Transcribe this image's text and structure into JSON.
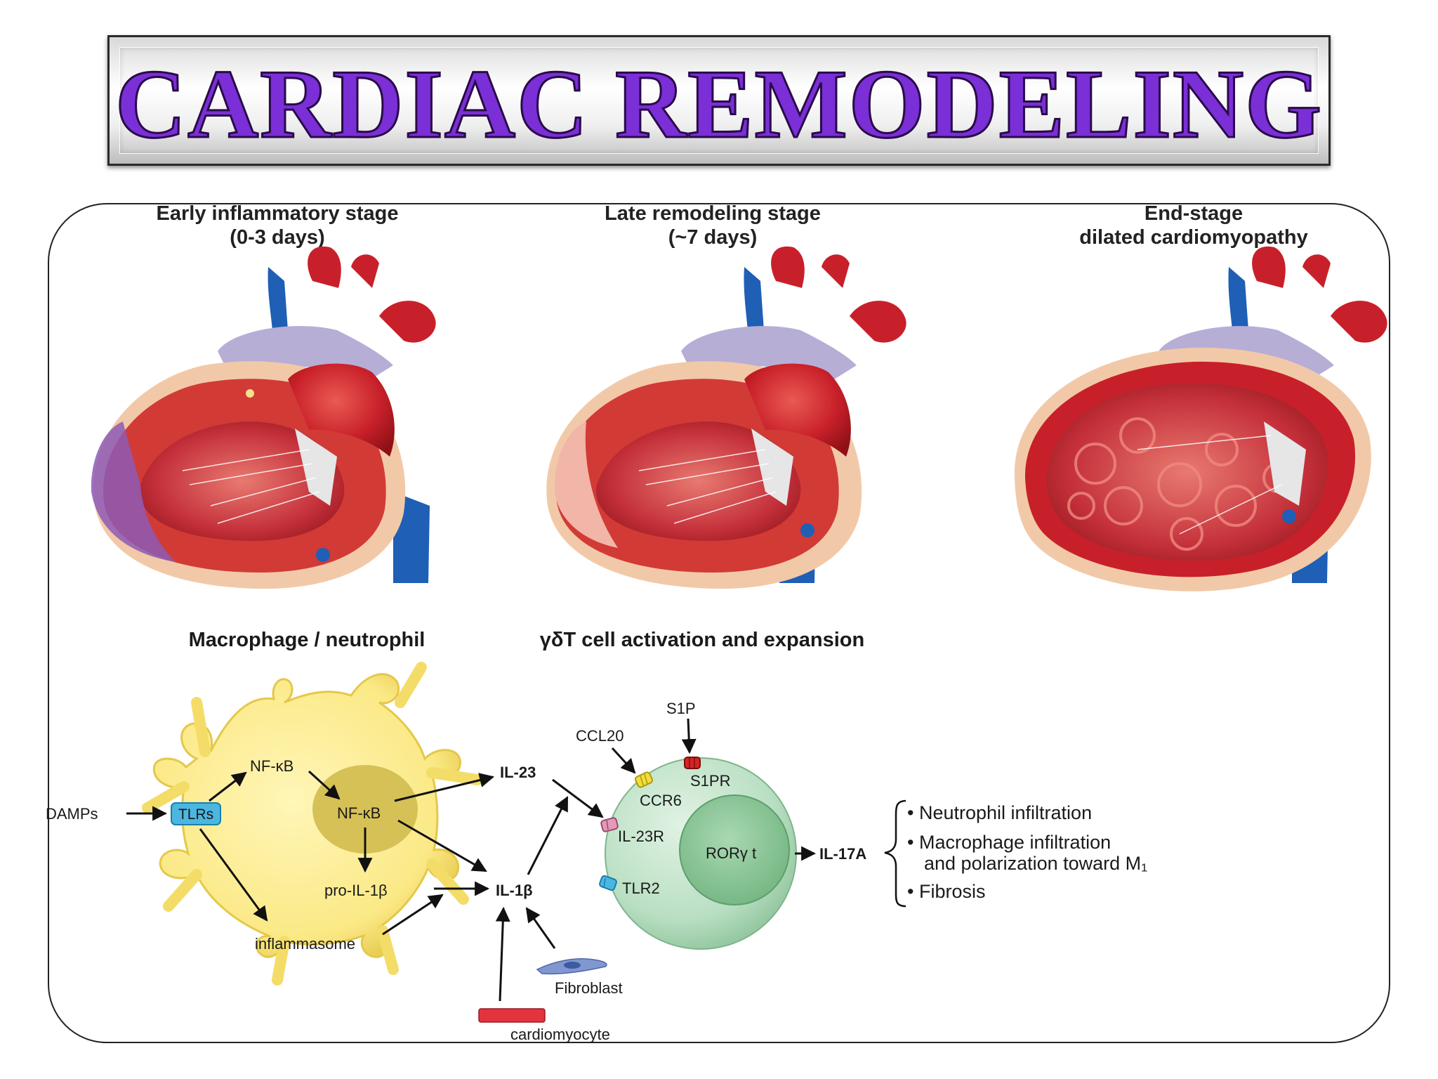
{
  "title": "CARDIAC REMODELING",
  "stages": [
    {
      "line1": "Early inflammatory stage",
      "line2": "(0-3 days)"
    },
    {
      "line1": "Late remodeling stage",
      "line2": "(~7 days)"
    },
    {
      "line1": "End-stage",
      "line2": "dilated cardiomyopathy"
    }
  ],
  "section_labels": {
    "left": "Macrophage / neutrophil",
    "middle": "γδT cell activation and expansion"
  },
  "pathway": {
    "damps": "DAMPs",
    "tlrs": "TLRs",
    "nfkb_cyto": "NF-κB",
    "nfkb_nucleus": "NF-κB",
    "pro_il1b": "pro-IL-1β",
    "inflammasome": "inflammasome",
    "il23": "IL-23",
    "il1b": "IL-1β",
    "fibroblast": "Fibroblast",
    "cardiomyocyte": "cardiomyocyte",
    "ccl20": "CCL20",
    "s1p": "S1P",
    "s1pr": "S1PR",
    "ccr6": "CCR6",
    "il23r": "IL-23R",
    "tlr2": "TLR2",
    "rorgt": "RORγ t",
    "il17a": "IL-17A"
  },
  "outcomes": [
    "• Neutrophil  infiltration",
    "• Macrophage infiltration",
    "and polarization toward M₁",
    "• Fibrosis"
  ],
  "colors": {
    "title_fill": "#7b2fd6",
    "macrophage": "#fbe986",
    "nucleus": "#d6c157",
    "tcell": "#b9dfc3",
    "tcell_nucleus": "#8fca9b",
    "tlrs_box": "#4bb7e0",
    "heart_red": "#c8202a",
    "vessel_blue": "#1f5fb5",
    "vessel_purple": "#a898d0"
  }
}
